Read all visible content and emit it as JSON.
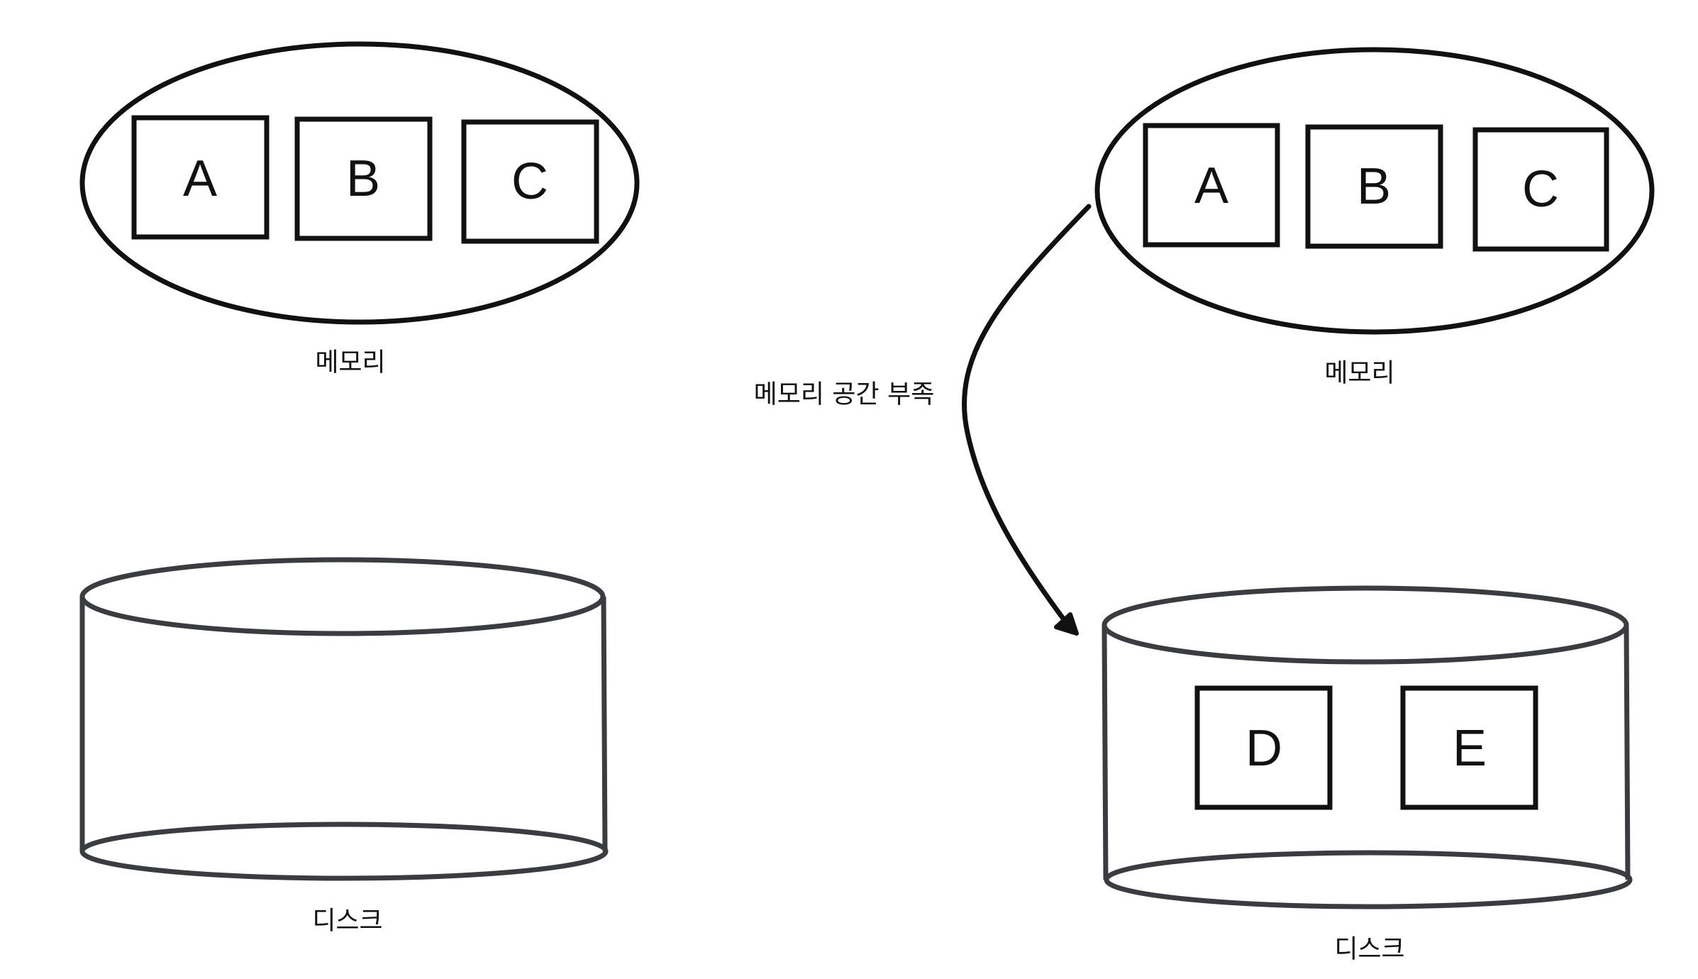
{
  "left": {
    "memory": {
      "label": "메모리",
      "blocks": [
        "A",
        "B",
        "C"
      ]
    },
    "disk": {
      "label": "디스크",
      "blocks": []
    }
  },
  "arrow": {
    "label": "메모리 공간 부족"
  },
  "right": {
    "memory": {
      "label": "메모리",
      "blocks": [
        "A",
        "B",
        "C"
      ]
    },
    "disk": {
      "label": "디스크",
      "blocks": [
        "D",
        "E"
      ]
    }
  },
  "colors": {
    "stroke": "#111111",
    "disk_stroke": "#3a3c3f",
    "background": "#ffffff"
  }
}
